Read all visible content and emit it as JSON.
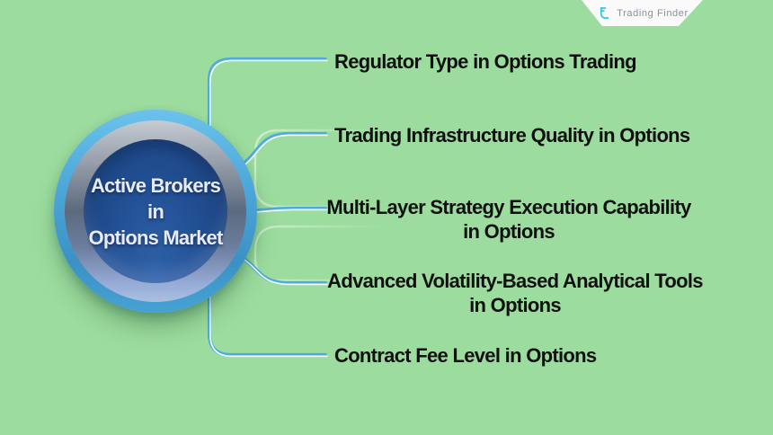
{
  "colors": {
    "bg": "#9CDC9E",
    "connector-blue": "#4FABDC",
    "connector-highlight": "#F4FDFF",
    "circle-ring": "#4FA9DA",
    "circle-fill": "#1E4C90",
    "circle-text": "#E9EBF4",
    "label-text": "#101010",
    "logo-accent": "#2BC5EA",
    "logo-text": "#8A9099",
    "logo-bg": "#FAFAFB"
  },
  "brand": {
    "name": "Trading Finder",
    "icon": "tradingfinder-monogram-icon"
  },
  "center": {
    "title_line1": "Active Brokers in",
    "title_line2": "Options Market"
  },
  "branches": [
    {
      "label": "Regulator Type in Options Trading",
      "label_line2": ""
    },
    {
      "label": "Trading Infrastructure Quality in Options",
      "label_line2": ""
    },
    {
      "label": "Multi-Layer Strategy Execution Capability",
      "label_line2": "in Options"
    },
    {
      "label": "Advanced Volatility-Based Analytical Tools",
      "label_line2": "in Options"
    },
    {
      "label": "Contract Fee Level in Options",
      "label_line2": ""
    }
  ]
}
